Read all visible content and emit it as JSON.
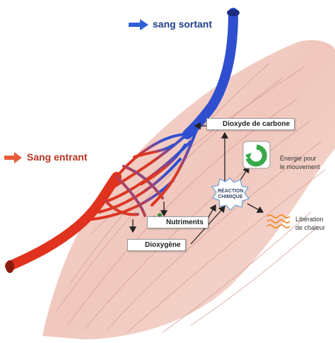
{
  "labels": {
    "sang_sortant": "sang sortant",
    "sang_entrant": "Sang entrant",
    "dioxyde": "Dioxyde de carbone",
    "nutriments": "Nutriments",
    "dioxygene": "Dioxygène",
    "reaction_l1": "RÉACTION",
    "reaction_l2": "CHIMIQUE",
    "energie_l1": "Énergie pour",
    "energie_l2": "le mouvement",
    "chaleur_l1": "Libération",
    "chaleur_l2": "de chaleur"
  },
  "colors": {
    "artery": "#e0321e",
    "vein": "#2f4fd0",
    "muscle": "#f3cfc6",
    "energy": "#3aa84a",
    "heat": "#f08a2a",
    "label_blue": "#1f3f8a",
    "label_red": "#b8321e"
  }
}
